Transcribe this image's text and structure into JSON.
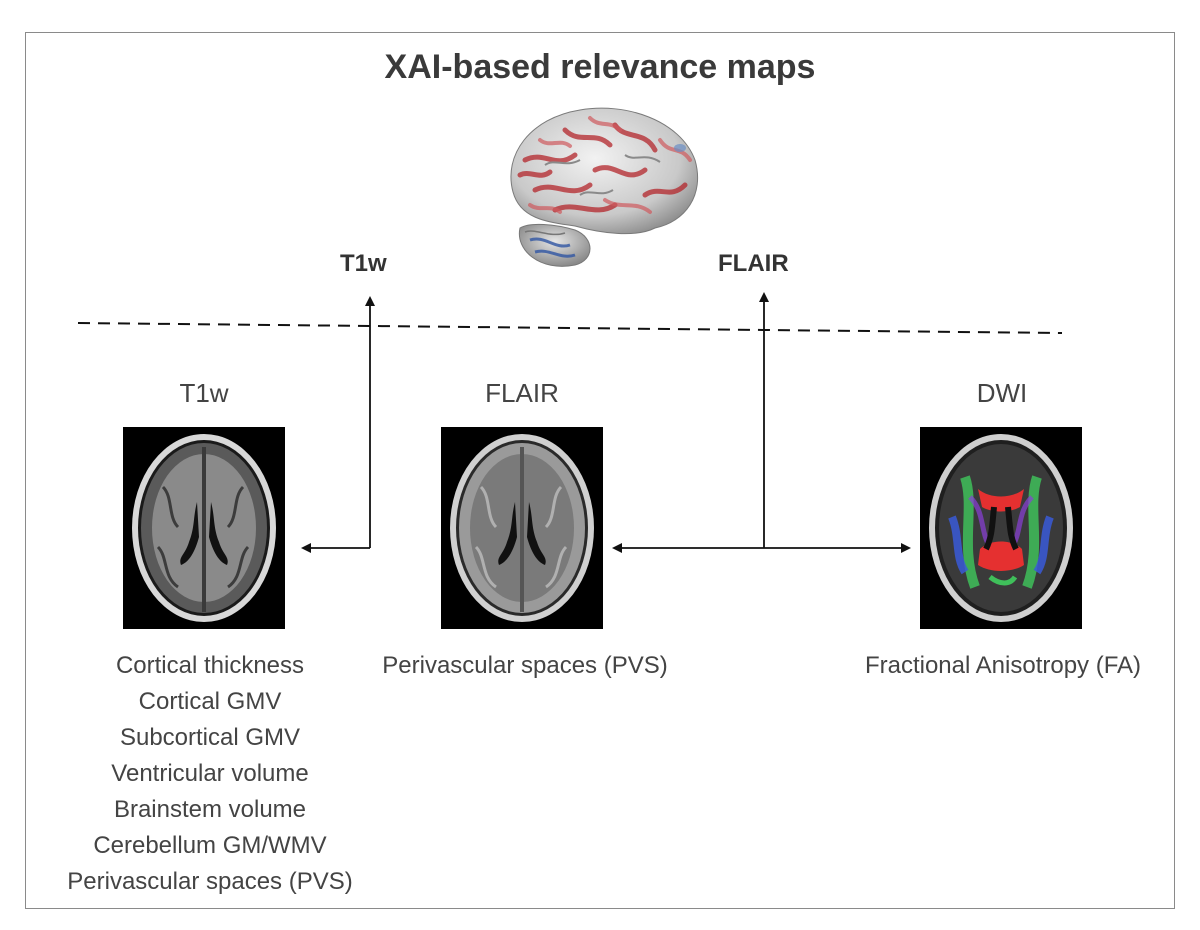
{
  "title": "XAI-based relevance maps",
  "top_labels": {
    "t1w": "T1w",
    "flair": "FLAIR"
  },
  "modalities": [
    {
      "id": "t1w",
      "label": "T1w"
    },
    {
      "id": "flair",
      "label": "FLAIR"
    },
    {
      "id": "dwi",
      "label": "DWI"
    }
  ],
  "features": {
    "t1w": [
      "Cortical thickness",
      "Cortical GMV",
      "Subcortical GMV",
      "Ventricular volume",
      "Brainstem volume",
      "Cerebellum GM/WMV",
      "Perivascular spaces (PVS)"
    ],
    "flair": "Perivascular spaces (PVS)",
    "dwi": "Fractional Anisotropy (FA)"
  }
}
